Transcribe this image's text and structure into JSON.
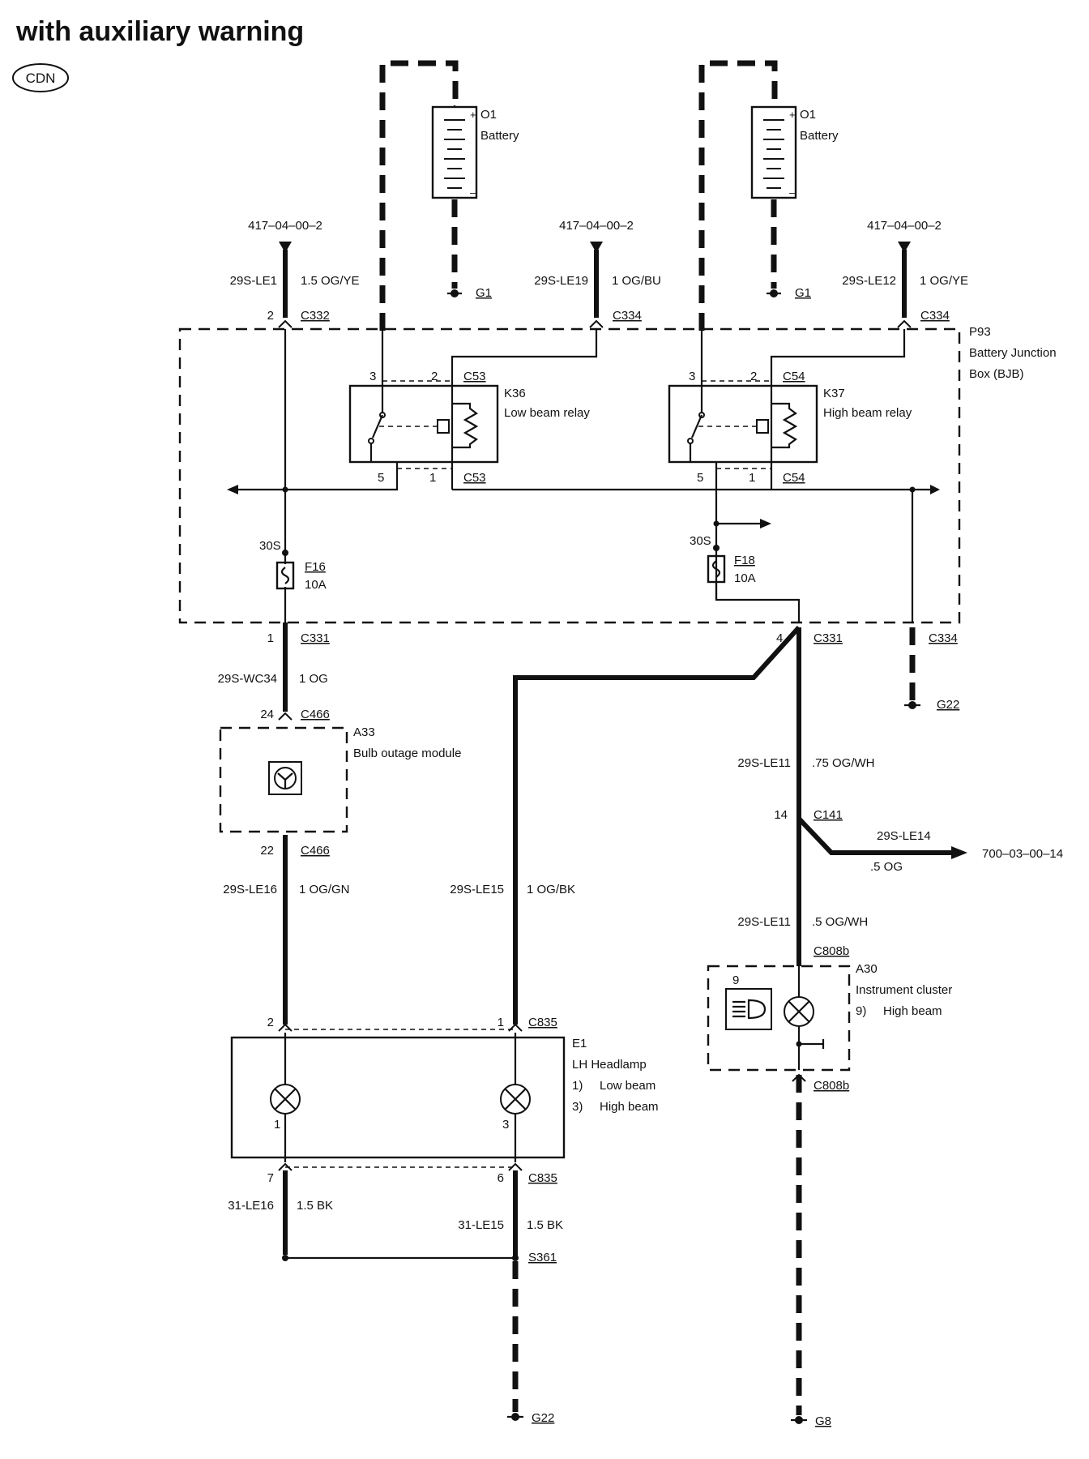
{
  "title": "with auxiliary warning",
  "badge": "CDN",
  "batteries": [
    {
      "id": "O1",
      "name": "Battery",
      "ground": "G1"
    },
    {
      "id": "O1",
      "name": "Battery",
      "ground": "G1"
    }
  ],
  "refs": {
    "ref1": "417–04–00–2",
    "ref2": "417–04–00–2",
    "ref3": "417–04–00–2",
    "out_ref": "700–03–00–14"
  },
  "wires": {
    "le1": {
      "circuit": "29S-LE1",
      "spec": "1.5 OG/YE"
    },
    "le19": {
      "circuit": "29S-LE19",
      "spec": "1 OG/BU"
    },
    "le12": {
      "circuit": "29S-LE12",
      "spec": "1 OG/YE"
    },
    "wc34": {
      "circuit": "29S-WC34",
      "spec": "1 OG"
    },
    "le11a": {
      "circuit": "29S-LE11",
      "spec": ".75 OG/WH"
    },
    "le14": {
      "circuit": "29S-LE14",
      "spec": ".5 OG"
    },
    "le11b": {
      "circuit": "29S-LE11",
      "spec": ".5 OG/WH"
    },
    "le16": {
      "circuit": "29S-LE16",
      "spec": "1 OG/GN"
    },
    "le15": {
      "circuit": "29S-LE15",
      "spec": "1 OG/BK"
    },
    "g16": {
      "circuit": "31-LE16",
      "spec": "1.5 BK"
    },
    "g15": {
      "circuit": "31-LE15",
      "spec": "1.5 BK"
    }
  },
  "connectors": {
    "c332": "C332",
    "c334a": "C334",
    "c334b": "C334",
    "c334c": "C334",
    "c53a": "C53",
    "c53b": "C53",
    "c54a": "C54",
    "c54b": "C54",
    "c331a": "C331",
    "c331b": "C331",
    "c466a": "C466",
    "c466b": "C466",
    "c141": "C141",
    "c808a": "C808b",
    "c808b": "C808b",
    "c835a": "C835",
    "c835b": "C835",
    "s361": "S361"
  },
  "pins": {
    "p2": "2",
    "p3a": "3",
    "p2a": "2",
    "p5a": "5",
    "p1a": "1",
    "p3b": "3",
    "p2b": "2",
    "p5b": "5",
    "p1b": "1",
    "p1c": "1",
    "p4": "4",
    "p24": "24",
    "p22": "22",
    "p14": "14",
    "p2c": "2",
    "p1d": "1",
    "p7": "7",
    "p6": "6",
    "lamp1": "1",
    "lamp3": "3",
    "ind9": "9"
  },
  "junction_box": {
    "id": "P93",
    "line1": "Battery Junction",
    "line2": "Box (BJB)"
  },
  "relays": {
    "k36": {
      "id": "K36",
      "name": "Low beam relay"
    },
    "k37": {
      "id": "K37",
      "name": "High beam relay"
    }
  },
  "fuses": {
    "f16": {
      "id": "F16",
      "rating": "10A",
      "bus": "30S"
    },
    "f18": {
      "id": "F18",
      "rating": "10A",
      "bus": "30S"
    }
  },
  "module": {
    "id": "A33",
    "name": "Bulb outage module"
  },
  "cluster": {
    "id": "A30",
    "name": "Instrument cluster",
    "item": "9)",
    "item_label": "High beam"
  },
  "headlamp": {
    "id": "E1",
    "name": "LH Headlamp",
    "item1": "1)",
    "item1_label": "Low beam",
    "item3": "3)",
    "item3_label": "High beam"
  },
  "grounds": {
    "g22a": "G22",
    "g22b": "G22",
    "g8": "G8"
  }
}
